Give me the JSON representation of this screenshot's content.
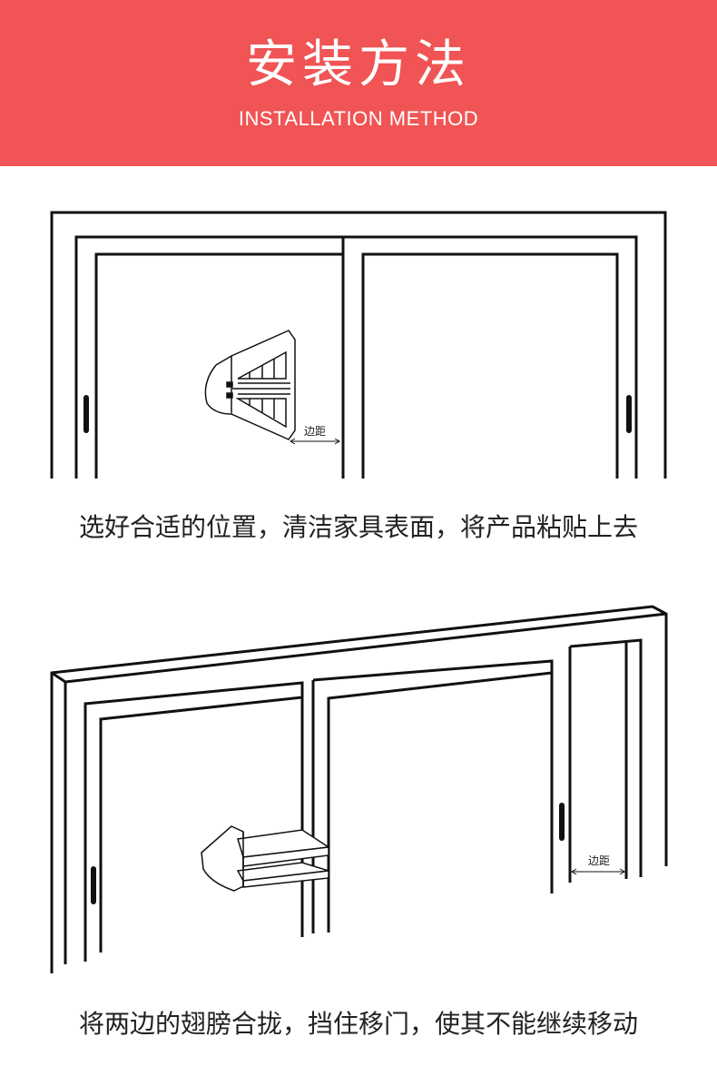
{
  "header": {
    "title": "安装方法",
    "subtitle": "INSTALLATION METHOD",
    "background_color": "#f05454"
  },
  "step1": {
    "dimension_label": "边距",
    "caption": "选好合适的位置，清洁家具表面，将产品粘贴上去"
  },
  "step2": {
    "dimension_label": "边距",
    "caption": "将两边的翅膀合拢，挡住移门，使其不能继续移动"
  }
}
